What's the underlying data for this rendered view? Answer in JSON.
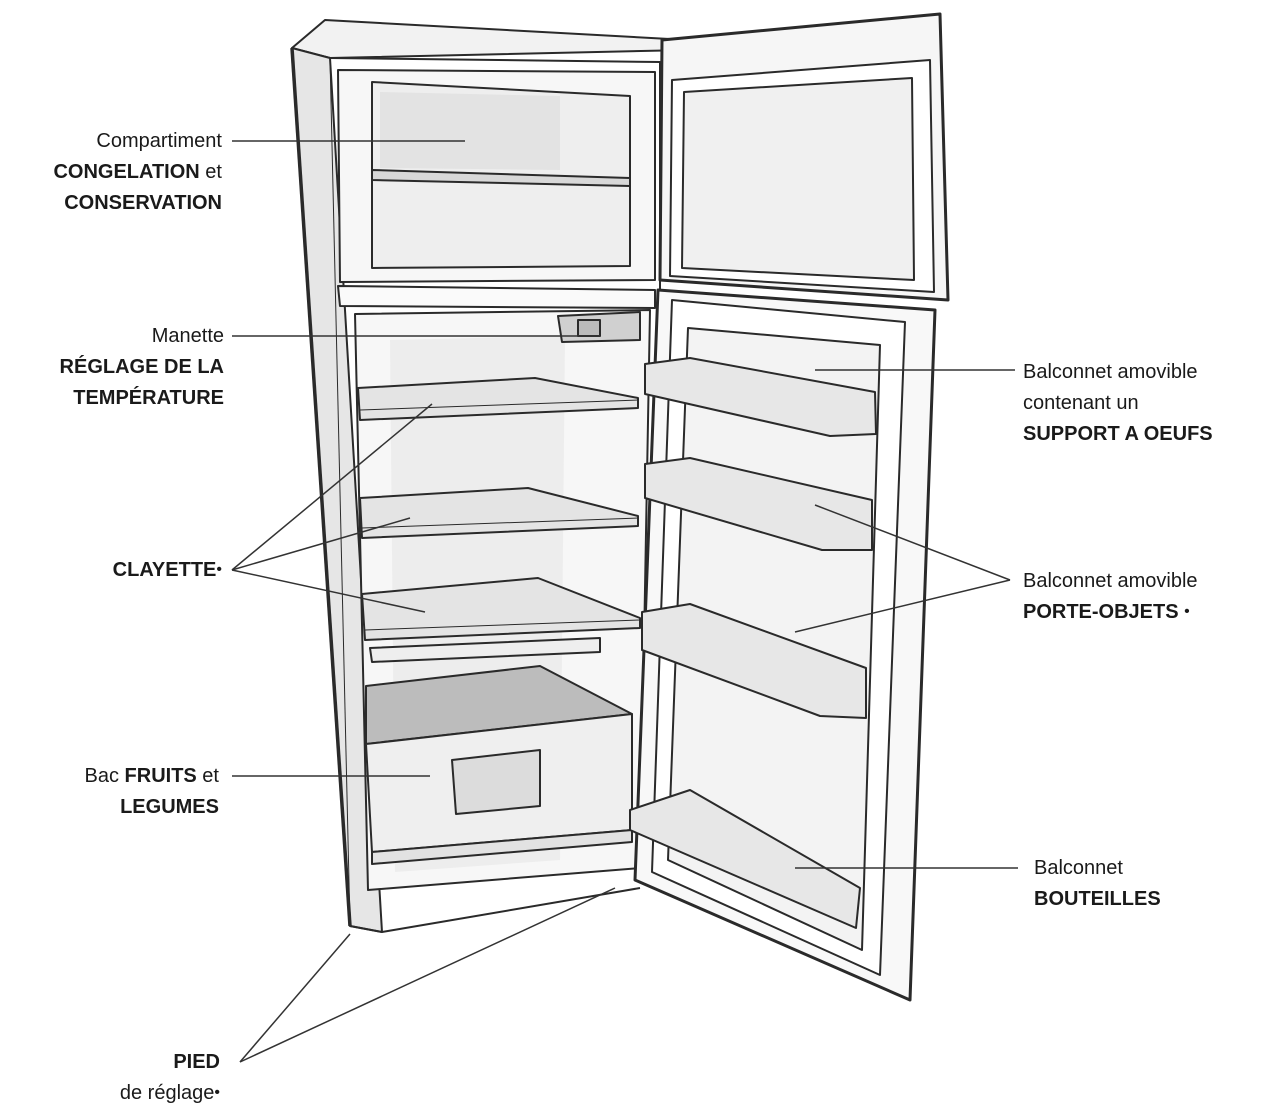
{
  "labels": {
    "congelation": {
      "l1": "Compartiment",
      "l2a": "CONGELATION",
      "l2b": " et",
      "l3": "CONSERVATION"
    },
    "manette": {
      "l1": "Manette",
      "l2": "RÉGLAGE DE LA",
      "l3": "TEMPÉRATURE"
    },
    "clayette": {
      "l1": "CLAYETTE"
    },
    "bac": {
      "l1a": "Bac ",
      "l1b": "FRUITS",
      "l1c": " et",
      "l2": "LEGUMES"
    },
    "pied": {
      "l1": "PIED",
      "l2": "de réglage"
    },
    "oeufs": {
      "l1": "Balconnet amovible",
      "l2": "contenant un",
      "l3": "SUPPORT A OEUFS"
    },
    "porte_objets": {
      "l1": "Balconnet amovible",
      "l2": "PORTE-OBJETS"
    },
    "bouteilles": {
      "l1": "Balconnet",
      "l2": "BOUTEILLES"
    }
  },
  "bullet": "•",
  "colors": {
    "line": "#333333",
    "fill_light": "#f4f4f4",
    "fill_mid": "#dcdcdc",
    "fill_dark": "#b9b9b9"
  }
}
